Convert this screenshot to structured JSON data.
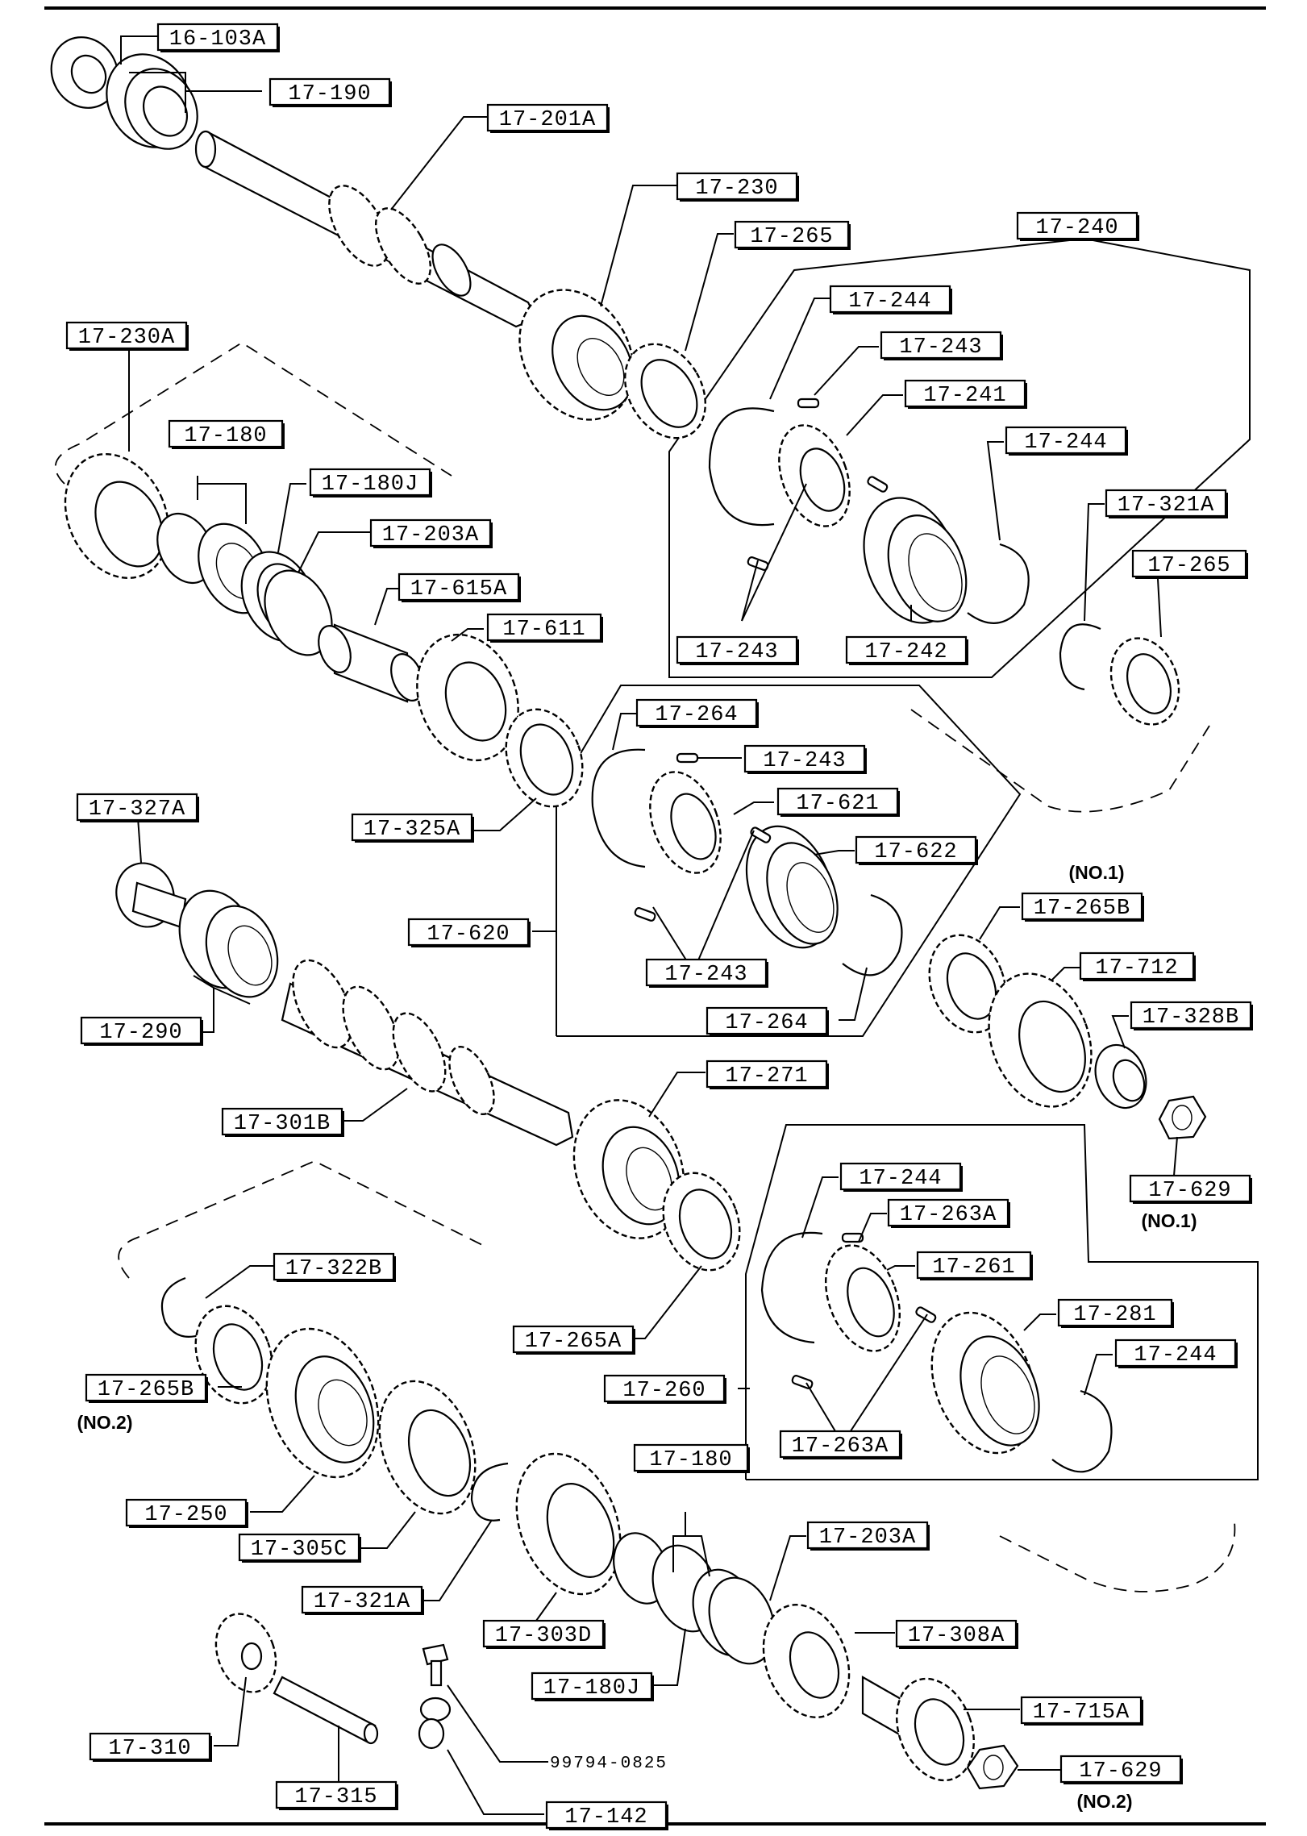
{
  "labels": [
    "16-103A",
    "17-190",
    "17-201A",
    "17-230",
    "17-265",
    "17-240",
    "17-244",
    "17-243",
    "17-241",
    "17-244",
    "17-321A",
    "17-265",
    "17-243",
    "17-242",
    "17-230A",
    "17-180",
    "17-180J",
    "17-203A",
    "17-615A",
    "17-611",
    "17-264",
    "17-243",
    "17-621",
    "17-622",
    "17-327A",
    "17-325A",
    "17-620",
    "17-265B",
    "17-712",
    "17-328B",
    "17-243",
    "17-264",
    "17-290",
    "17-271",
    "17-301B",
    "17-629",
    "17-244",
    "17-263A",
    "17-261",
    "17-322B",
    "17-281",
    "17-244",
    "17-265A",
    "17-260",
    "17-265B",
    "17-180",
    "17-263A",
    "17-203A",
    "17-250",
    "17-305C",
    "17-321A",
    "17-303D",
    "17-308A",
    "17-180J",
    "17-715A",
    "17-310",
    "17-629",
    "17-315",
    "17-142"
  ],
  "notes": [
    "(NO.1)",
    "(NO.1)",
    "(NO.2)",
    "(NO.2)"
  ],
  "plain": [
    "99794-0825"
  ]
}
